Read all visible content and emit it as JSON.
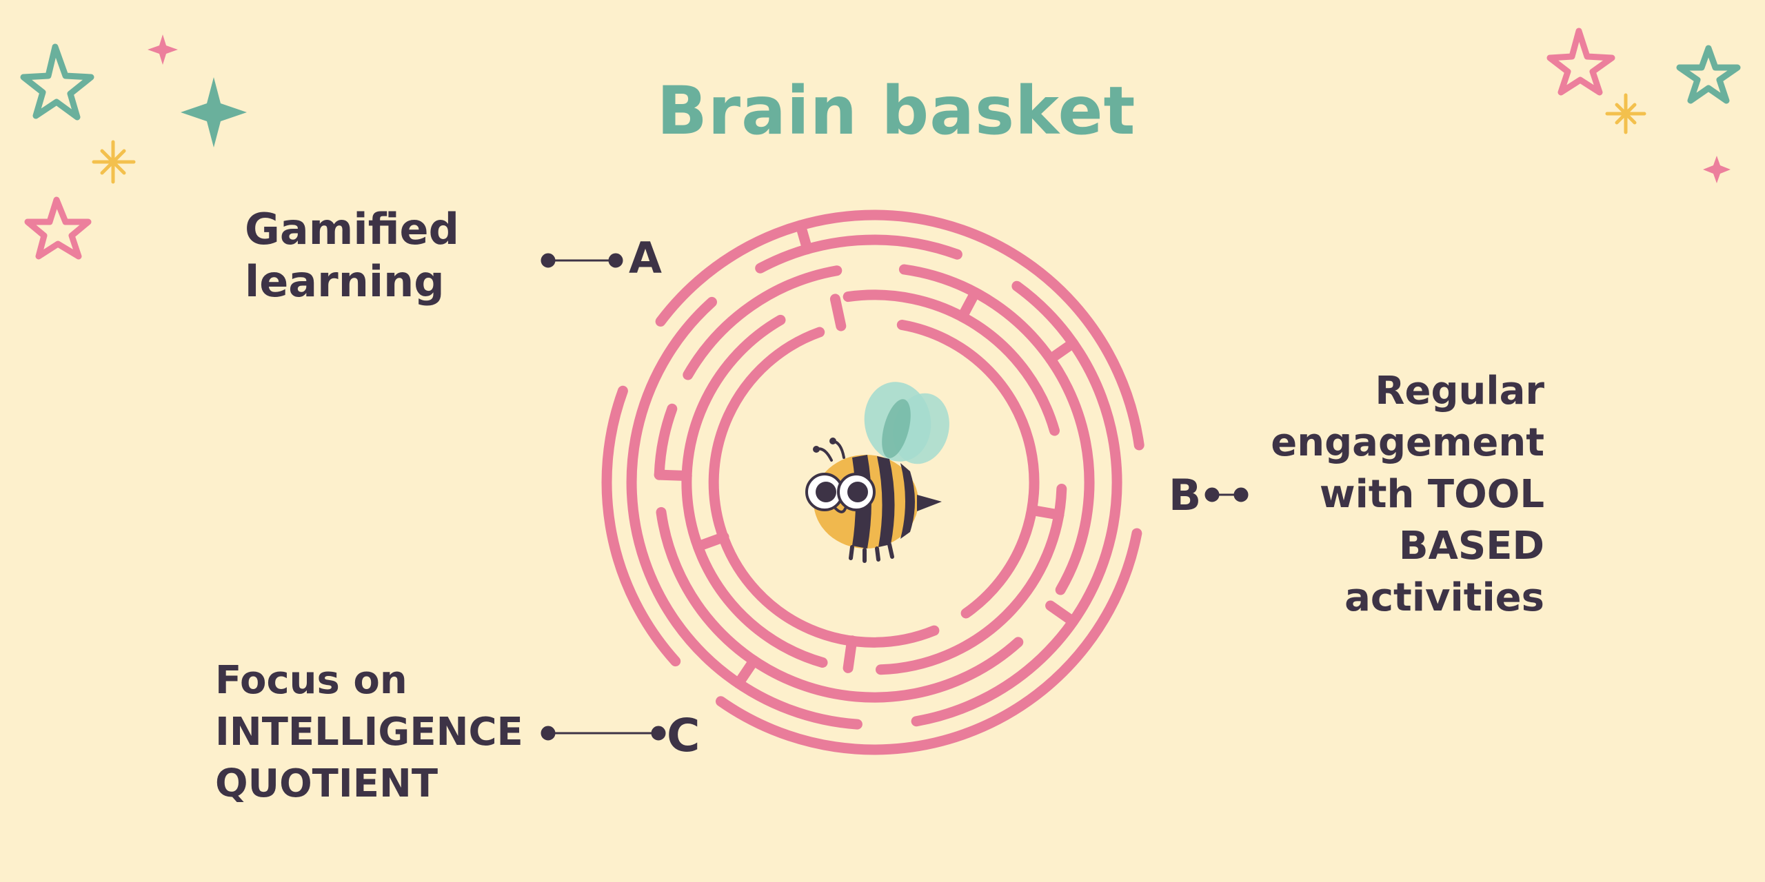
{
  "title": "Brain basket",
  "markers": {
    "a": "A",
    "b": "B",
    "c": "C"
  },
  "labels": {
    "a": [
      "Gamified",
      "learning"
    ],
    "b": [
      "Regular",
      "engagement",
      "with TOOL",
      "BASED",
      "activities"
    ],
    "c": [
      "Focus on",
      "INTELLIGENCE",
      "QUOTIENT"
    ]
  },
  "colors": {
    "background": "#fdf0cc",
    "maze": "#e97c9a",
    "title": "#6ab09c",
    "text": "#3d3346",
    "star_pink": "#ec7f9c",
    "star_teal": "#6ab09c",
    "star_yellow": "#f3c04d",
    "bee_body": "#f0b84e",
    "bee_stripe": "#3d3346",
    "bee_wing": "#a6dccf"
  },
  "icons": [
    "bee-icon",
    "star-icon",
    "sparkle-icon"
  ]
}
